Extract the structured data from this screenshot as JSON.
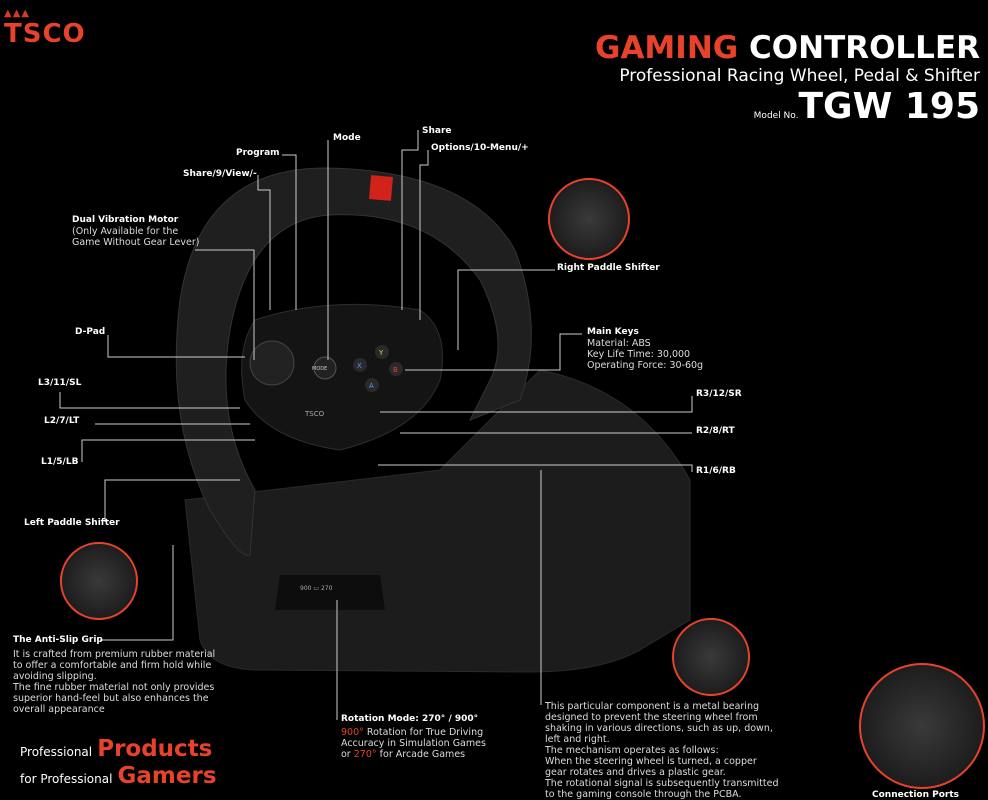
{
  "brand": {
    "logo_text": "TSCO"
  },
  "header": {
    "title_red": "GAMING",
    "title_white": "CONTROLLER",
    "subtitle": "Professional Racing Wheel, Pedal & Shifter",
    "model_prefix": "Model No.",
    "model": "TGW 195"
  },
  "wheel": {
    "mode_button": "MODE",
    "logo": "TSCO",
    "rotation_switch": [
      "900",
      "270"
    ]
  },
  "labels": {
    "mode": "Mode",
    "share": "Share",
    "program": "Program",
    "options": "Options/10-Menu/+",
    "share_view": "Share/9/View/-",
    "dpad": "D-Pad",
    "l3": "L3/11/SL",
    "l2": "L2/7/LT",
    "l1": "L1/5/LB",
    "r3": "R3/12/SR",
    "r2": "R2/8/RT",
    "r1": "R1/6/RB",
    "left_paddle": "Left Paddle Shifter",
    "right_paddle": "Right Paddle Shifter"
  },
  "vibration": {
    "title": "Dual Vibration Motor",
    "lines": [
      "(Only Available for the",
      "Game Without Gear Lever)"
    ]
  },
  "main_keys": {
    "title": "Main Keys",
    "lines": [
      "Material: ABS",
      "Key Life Time: 30,000",
      "Operating Force: 30-60g"
    ]
  },
  "grip": {
    "title": "The Anti-Slip Grip",
    "lines": [
      "It is crafted from premium rubber material",
      "to offer a comfortable and firm hold while",
      "avoiding slipping.",
      "The fine rubber material not only provides",
      "superior hand-feel but also enhances the",
      "overall appearance"
    ]
  },
  "rotation": {
    "title": "Rotation Mode: 270° / 900°",
    "hl1": "900°",
    "l1": " Rotation for True Driving",
    "l2": "Accuracy in Simulation Games",
    "l3a": "or ",
    "hl2": "270°",
    "l3b": " for Arcade Games"
  },
  "bearing": {
    "lines": [
      "This particular component is a metal bearing",
      "designed to prevent the steering wheel from",
      "shaking in various directions, such as up, down,",
      "left and right.",
      "The mechanism operates as follows:",
      "When the steering wheel is turned, a copper",
      "gear rotates and drives a plastic gear.",
      "The rotational signal is subsequently transmitted",
      "to the gaming console through the PCBA."
    ]
  },
  "ports": {
    "title": "Connection Ports"
  },
  "slogan": {
    "pre1": "Professional",
    "big1": "Products",
    "pre2": "for Professional",
    "big2": "Gamers"
  },
  "colors": {
    "accent": "#e8432a",
    "bg": "#000000"
  }
}
